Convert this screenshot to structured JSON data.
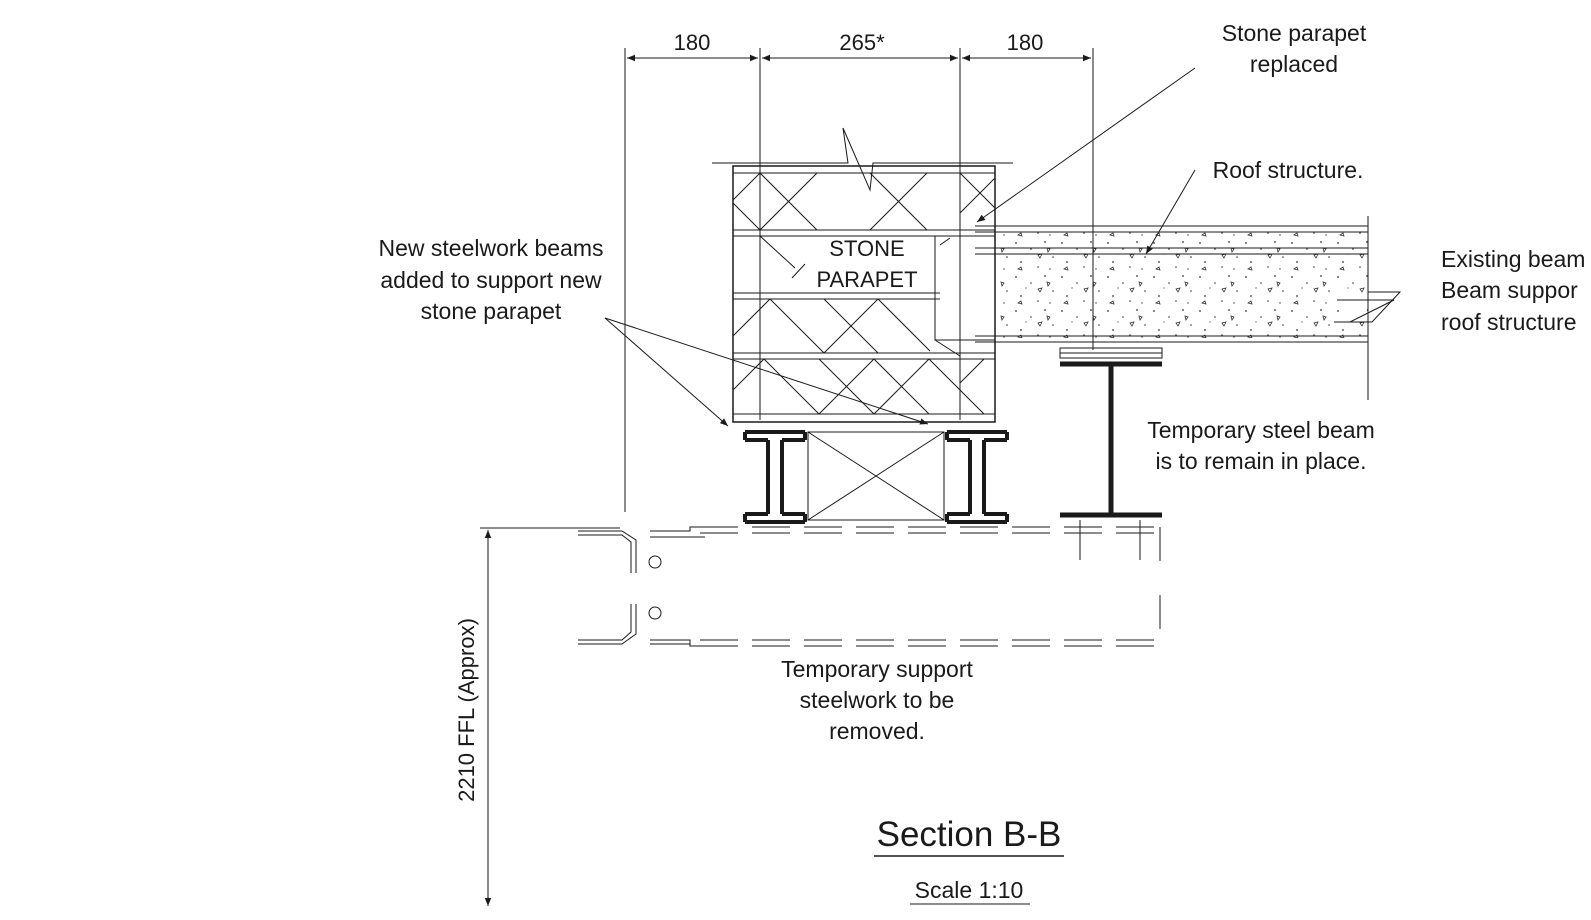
{
  "dimensions": {
    "left_width": "180",
    "parapet_width": "265*",
    "right_width": "180",
    "height_label": "2210 FFL (Approx)"
  },
  "labels": {
    "stone_parapet_replaced": [
      "Stone parapet",
      "replaced"
    ],
    "roof_structure": [
      "Roof structure."
    ],
    "new_steelwork": [
      "New steelwork beams",
      "added to support new",
      "stone parapet"
    ],
    "parapet_text": [
      "STONE",
      "PARAPET"
    ],
    "existing_beam": [
      "Existing beam",
      "Beam suppor",
      "roof structure"
    ],
    "temporary_beam": [
      "Temporary steel beam",
      "is to remain in place."
    ],
    "temporary_support": [
      "Temporary support",
      "steelwork to be",
      "removed."
    ]
  },
  "title": {
    "section": "Section B-B",
    "scale": "Scale 1:10"
  }
}
